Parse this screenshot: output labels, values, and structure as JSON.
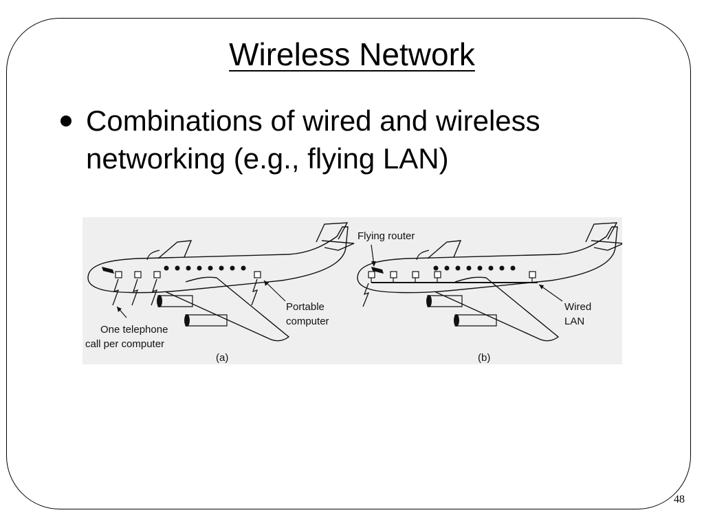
{
  "slide": {
    "title": "Wireless Network",
    "bullet": "Combinations of wired and wireless networking (e.g., flying LAN)",
    "page_number": "48"
  },
  "figure": {
    "panel_a": {
      "caption": "(a)",
      "label_telephone": [
        "One telephone",
        "call per computer"
      ],
      "label_portable": [
        "Portable",
        "computer"
      ]
    },
    "panel_b": {
      "caption": "(b)",
      "label_router": "Flying router",
      "label_wired": [
        "Wired",
        "LAN"
      ]
    }
  }
}
